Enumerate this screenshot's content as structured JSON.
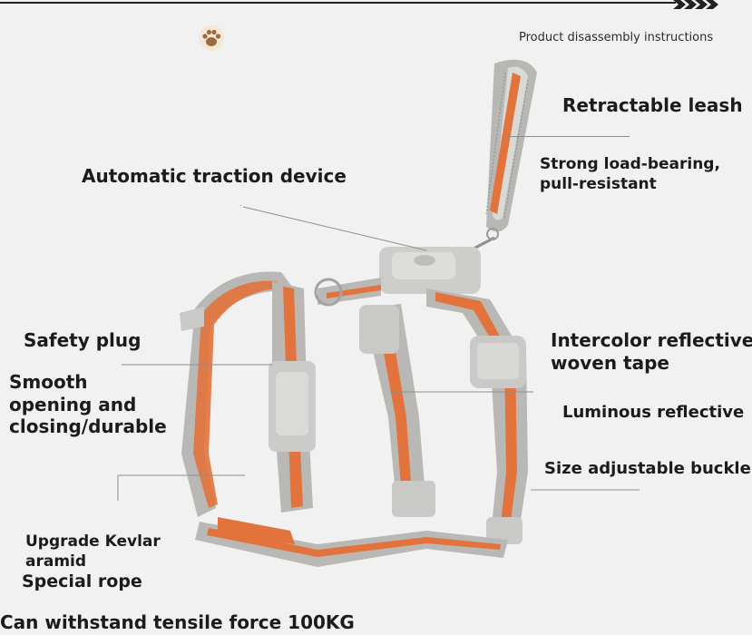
{
  "header": {
    "instructions": "Product disassembly instructions",
    "icon": "paw-icon"
  },
  "labels": {
    "retractable_leash": "Retractable leash",
    "strong_load_line1": "Strong load-bearing,",
    "strong_load_line2": "pull-resistant",
    "automatic_traction": "Automatic traction device",
    "safety_plug": "Safety plug",
    "smooth_line1": "Smooth",
    "smooth_line2": "opening and",
    "smooth_line3": "closing/durable",
    "intercolor_line1": "Intercolor reflective",
    "intercolor_line2": "woven tape",
    "luminous": "Luminous reflective",
    "size_buckle": "Size adjustable buckle",
    "kevlar_line1": "Upgrade Kevlar",
    "kevlar_line2": "aramid",
    "kevlar_line3": "Special rope",
    "tensile": "Can withstand tensile force 100KG"
  },
  "colors": {
    "background": "#f1f1f1",
    "strap_gray": "#b9b8b5",
    "strap_orange": "#e2733c",
    "buckle_gray": "#c9c9c7",
    "text": "#1b1b1b"
  }
}
